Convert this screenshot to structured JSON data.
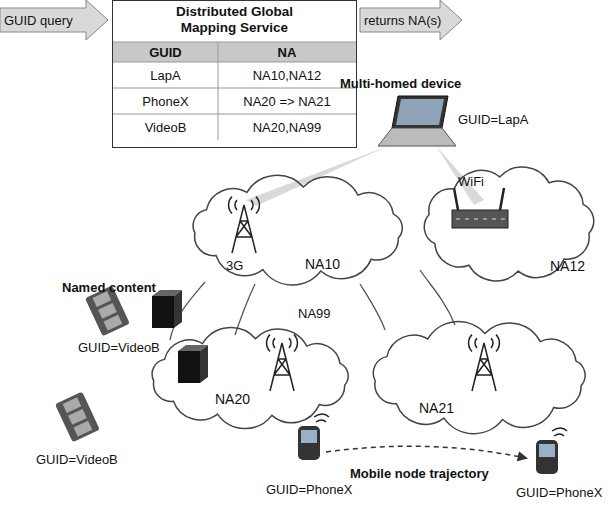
{
  "diagram": {
    "nodes": [
      {
        "text": [
          "Distributed Global Mapping Service"
        ]
      },
      {
        "text": [
          "NA10"
        ]
      },
      {
        "text": [
          "NA12"
        ]
      },
      {
        "text": [
          "NA20"
        ]
      },
      {
        "text": [
          "NA21"
        ]
      }
    ],
    "labels": [
      "GUID query",
      "returns NA(s)",
      "GUID",
      "NA",
      "LapA",
      "NA10,NA12",
      "PhoneX",
      "NA20 => NA21",
      "VideoB",
      "NA20,NA99",
      "Multi-homed device",
      "GUID=LapA",
      "WiFi",
      "3G",
      "Named content",
      "GUID=VideoB",
      "NA99",
      "GUID=VideoB",
      "GUID=PhoneX",
      "Mobile node trajectory",
      "GUID=PhoneX"
    ]
  }
}
